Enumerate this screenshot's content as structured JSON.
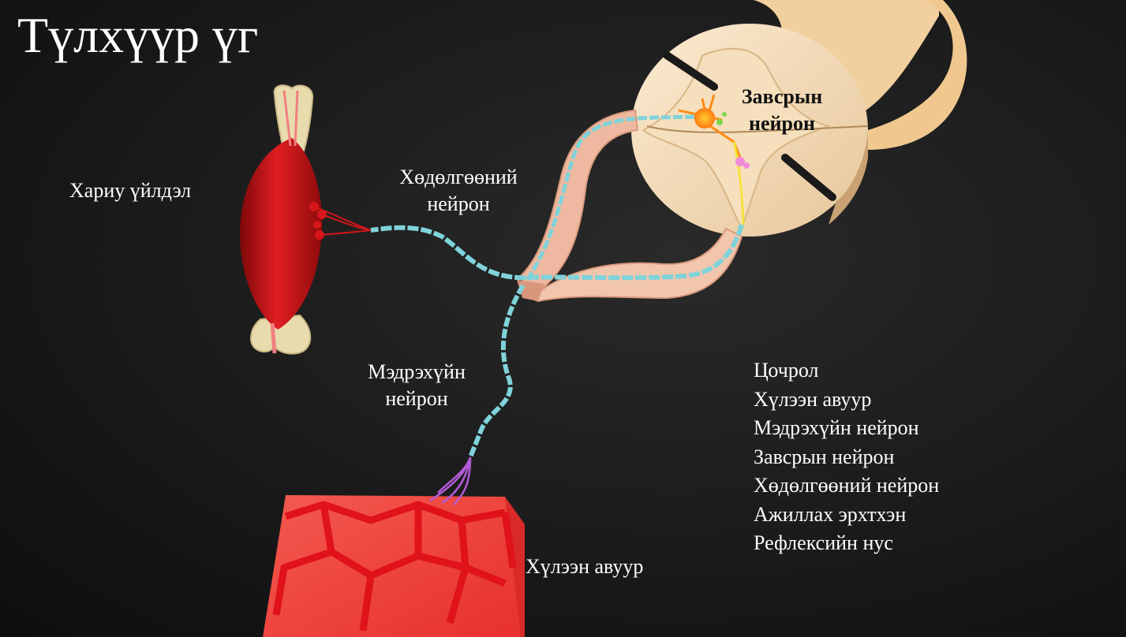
{
  "title": "Түлхүүр үг",
  "labels": {
    "response": "Хариу үйлдэл",
    "motor_neuron": [
      "Хөдөлгөөний",
      "нейрон"
    ],
    "interneuron": [
      "Завсрын",
      "нейрон"
    ],
    "sensory_neuron": [
      "Мэдрэхүйн",
      "нейрон"
    ],
    "receptor": "Хүлээн авуур"
  },
  "keywords": [
    "Цочрол",
    "Хүлээн авуур",
    "Мэдрэхүйн нейрон",
    "Завсрын нейрон",
    "Хөдөлгөөний нейрон",
    "Ажиллах эрхтхэн",
    "Рефлексийн нус"
  ],
  "colors": {
    "muscle": "#d8181c",
    "bone": "#e8dcae",
    "spinal_cord": "#f3dcb8",
    "nerve_sheath": "#edb9a0",
    "myelin": "#7fd3da",
    "skin": "#f0403c",
    "skin_cells": "#e0121a",
    "sensory_endings": "#b25ad8",
    "interneuron": "#ff9a1a",
    "synapse": "#f4e23a"
  }
}
